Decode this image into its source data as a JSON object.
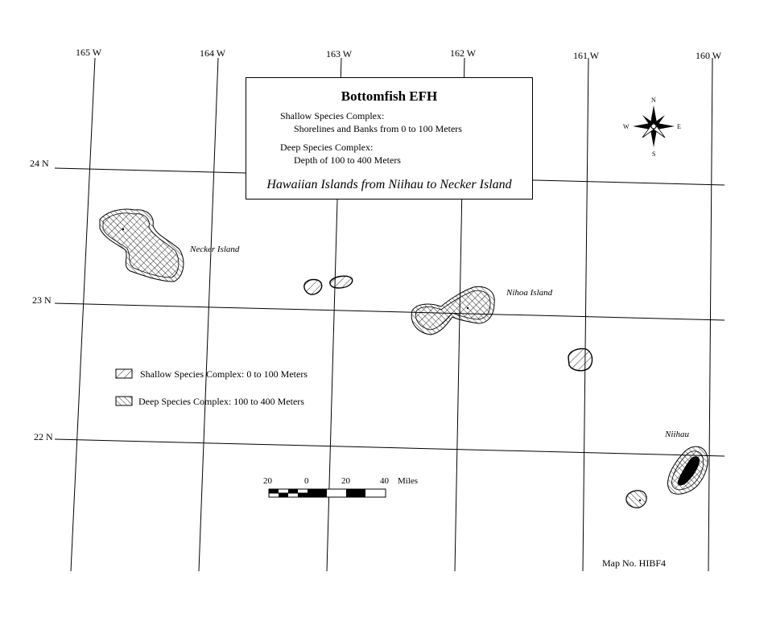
{
  "title_box": {
    "title": "Bottomfish EFH",
    "shallow_heading": "Shallow Species Complex:",
    "shallow_desc": "Shorelines and Banks from 0 to 100 Meters",
    "deep_heading": "Deep Species Complex:",
    "deep_desc": "Depth of 100 to 400 Meters",
    "subtitle": "Hawaiian Islands from Niihau to Necker Island"
  },
  "longitudes": [
    "165 W",
    "164 W",
    "163 W",
    "162 W",
    "161 W",
    "160 W"
  ],
  "latitudes": [
    "24 N",
    "23 N",
    "22 N"
  ],
  "islands": {
    "necker": "Necker Island",
    "nihoa": "Nihoa Island",
    "niihau": "Niihau"
  },
  "legend": {
    "shallow": "Shallow Species Complex:  0 to 100 Meters",
    "deep": "Deep Species Complex:  100 to 400 Meters"
  },
  "scale_bar": {
    "labels": [
      "20",
      "0",
      "20",
      "40"
    ],
    "unit": "Miles"
  },
  "compass": {
    "n": "N",
    "s": "S",
    "e": "E",
    "w": "W"
  },
  "map_number": "Map No. HIBF4",
  "colors": {
    "ink": "#000000",
    "paper": "#ffffff"
  }
}
